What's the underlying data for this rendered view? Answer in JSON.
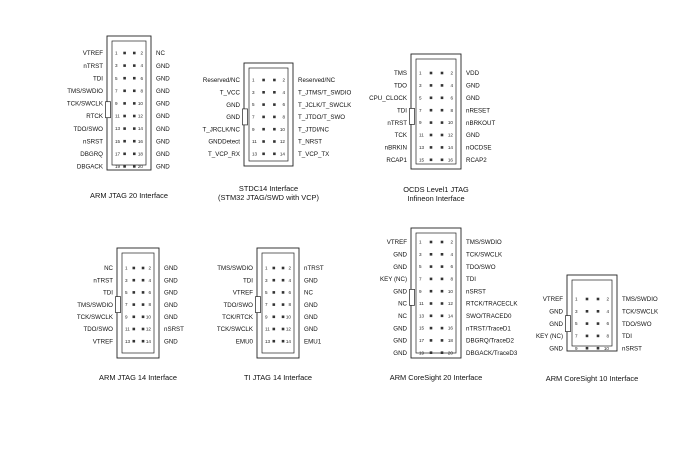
{
  "colors": {
    "line": "#222222",
    "dot": "#333333",
    "text": "#111111",
    "background": "#ffffff"
  },
  "connectors": [
    {
      "id": "arm-jtag-20",
      "caption_lines": [
        "ARM JTAG 20 Interface"
      ],
      "left_pins": [
        1,
        3,
        5,
        7,
        9,
        11,
        13,
        15,
        17,
        19
      ],
      "right_pins": [
        2,
        4,
        6,
        8,
        10,
        12,
        14,
        16,
        18,
        20
      ],
      "left_labels": [
        "VTREF",
        "nTRST",
        "TDI",
        "TMS/SWDIO",
        "TCK/SWCLK",
        "RTCK",
        "TDO/SWO",
        "nSRST",
        "DBGRQ",
        "DBGACK"
      ],
      "right_labels": [
        "NC",
        "GND",
        "GND",
        "GND",
        "GND",
        "GND",
        "GND",
        "GND",
        "GND",
        "GND"
      ]
    },
    {
      "id": "stdc14",
      "caption_lines": [
        "STDC14 Interface",
        "(STM32 JTAG/SWD with VCP)"
      ],
      "left_pins": [
        1,
        3,
        5,
        7,
        9,
        11,
        13
      ],
      "right_pins": [
        2,
        4,
        6,
        8,
        10,
        12,
        14
      ],
      "left_labels": [
        "Reserved/NC",
        "T_VCC",
        "GND",
        "GND",
        "T_JRCLK/NC",
        "GNDDetect",
        "T_VCP_RX"
      ],
      "right_labels": [
        "Reserved/NC",
        "T_JTMS/T_SWDIO",
        "T_JCLK/T_SWCLK",
        "T_JTDO/T_SWO",
        "T_JTDI/NC",
        "T_NRST",
        "T_VCP_TX"
      ]
    },
    {
      "id": "ocds-level1",
      "caption_lines": [
        "OCDS Level1 JTAG",
        "Infineon Interface"
      ],
      "left_pins": [
        1,
        3,
        5,
        7,
        9,
        11,
        13,
        15
      ],
      "right_pins": [
        2,
        4,
        6,
        8,
        10,
        12,
        14,
        16
      ],
      "left_labels": [
        "TMS",
        "TDO",
        "CPU_CLOCK",
        "TDI",
        "nTRST",
        "TCK",
        "nBRKIN",
        "RCAP1"
      ],
      "right_labels": [
        "VDD",
        "GND",
        "GND",
        "nRESET",
        "nBRKOUT",
        "GND",
        "nOCDSE",
        "RCAP2"
      ]
    },
    {
      "id": "arm-jtag-14",
      "caption_lines": [
        "ARM JTAG 14 Interface"
      ],
      "left_pins": [
        1,
        3,
        5,
        7,
        9,
        11,
        13
      ],
      "right_pins": [
        2,
        4,
        6,
        8,
        10,
        12,
        14
      ],
      "left_labels": [
        "NC",
        "nTRST",
        "TDI",
        "TMS/SWDIO",
        "TCK/SWCLK",
        "TDO/SWO",
        "VTREF"
      ],
      "right_labels": [
        "GND",
        "GND",
        "GND",
        "GND",
        "GND",
        "nSRST",
        "GND"
      ]
    },
    {
      "id": "ti-jtag-14",
      "caption_lines": [
        "TI JTAG 14 Interface"
      ],
      "left_pins": [
        1,
        3,
        5,
        7,
        9,
        11,
        13
      ],
      "right_pins": [
        2,
        4,
        6,
        8,
        10,
        12,
        14
      ],
      "left_labels": [
        "TMS/SWDIO",
        "TDI",
        "VTREF",
        "TDO/SWO",
        "TCK/RTCK",
        "TCK/SWCLK",
        "EMU0"
      ],
      "right_labels": [
        "nTRST",
        "GND",
        "NC",
        "GND",
        "GND",
        "GND",
        "EMU1"
      ]
    },
    {
      "id": "arm-coresight-20",
      "caption_lines": [
        "ARM CoreSight 20 Interface"
      ],
      "left_pins": [
        1,
        3,
        5,
        7,
        9,
        11,
        13,
        15,
        17,
        19
      ],
      "right_pins": [
        2,
        4,
        6,
        8,
        10,
        12,
        14,
        16,
        18,
        20
      ],
      "left_labels": [
        "VTREF",
        "GND",
        "GND",
        "KEY (NC)",
        "GND",
        "NC",
        "NC",
        "GND",
        "GND",
        "GND"
      ],
      "right_labels": [
        "TMS/SWDIO",
        "TCK/SWCLK",
        "TDO/SWO",
        "TDI",
        "nSRST",
        "RTCK/TRACECLK",
        "SWO/TRACED0",
        "nTRST/TraceD1",
        "DBGRQ/TraceD2",
        "DBGACK/TraceD3"
      ]
    },
    {
      "id": "arm-coresight-10",
      "caption_lines": [
        "ARM CoreSight 10 Interface"
      ],
      "left_pins": [
        1,
        3,
        5,
        7,
        9
      ],
      "right_pins": [
        2,
        4,
        6,
        8,
        10
      ],
      "left_labels": [
        "VTREF",
        "GND",
        "GND",
        "KEY (NC)",
        "GND"
      ],
      "right_labels": [
        "TMS/SWDIO",
        "TCK/SWCLK",
        "TDO/SWO",
        "TDI",
        "nSRST"
      ]
    }
  ]
}
